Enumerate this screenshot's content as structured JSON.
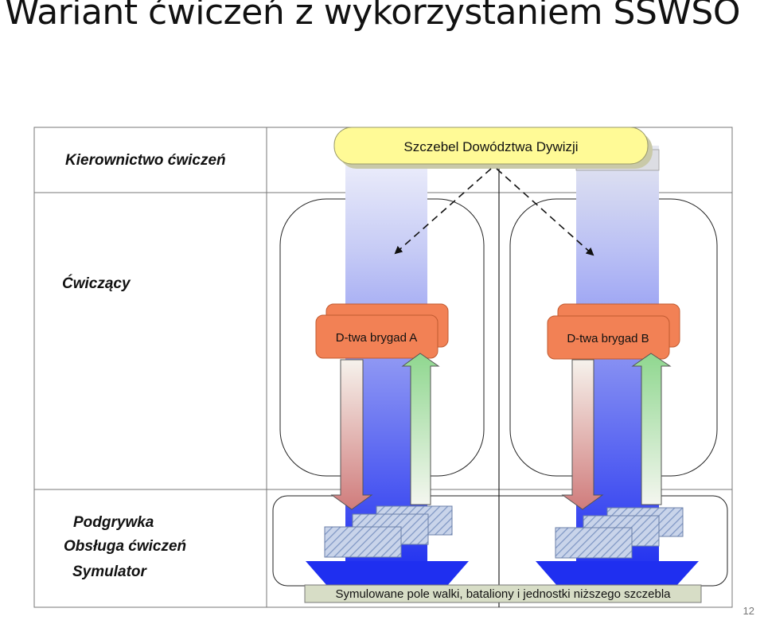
{
  "slide": {
    "title": "Wariant ćwiczeń z wykorzystaniem SSWSO",
    "page_number": "12"
  },
  "diagram": {
    "rows": {
      "management": "Kierownictwo ćwiczeń",
      "trainees": "Ćwiczący",
      "support": [
        "Podgrywka",
        "Obsługa ćwiczeń",
        "Symulator"
      ]
    },
    "top_node": "Szczebel Dowództwa Dywizji",
    "brigade_a": "D-twa brygad A",
    "brigade_b": "D-twa brygad B",
    "bottom_bar": "Symulowane pole walki, bataliony i jednostki niższego szczebla"
  },
  "colors": {
    "top_node_fill": "#fffa96",
    "brigade_fill": "#f28155",
    "column_blue": "#1f2ff0",
    "down_arrow_tint": "#d98a8a",
    "up_arrow_tint": "#90d890",
    "hatch_box": "#a9bbdb",
    "bottom_bar_fill": "#d7ddc6"
  }
}
